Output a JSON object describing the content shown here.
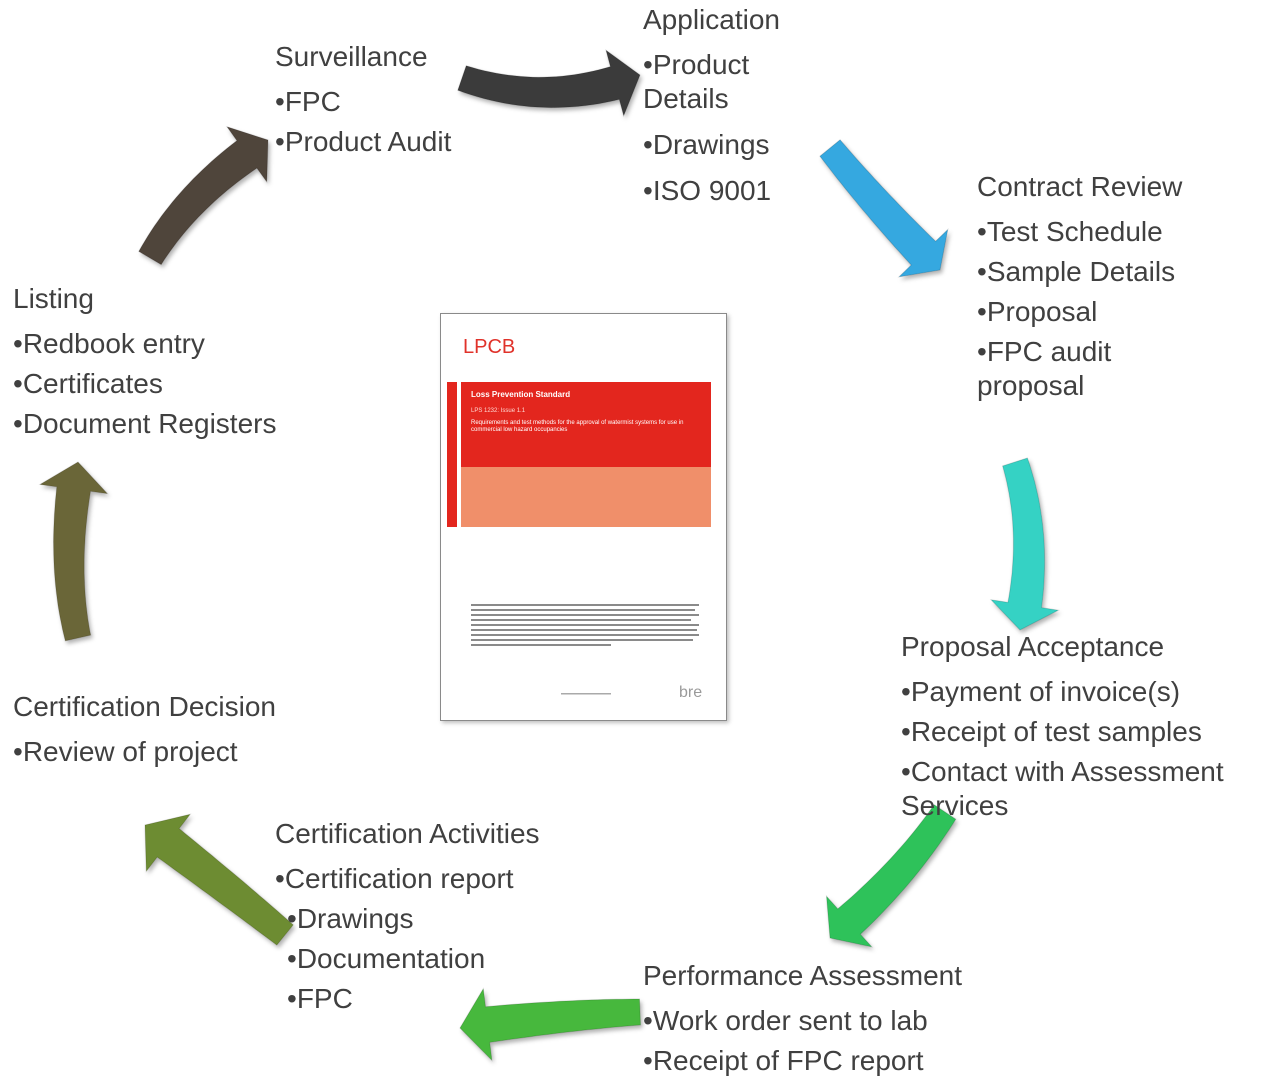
{
  "diagram": {
    "stages": [
      {
        "id": "application",
        "title": "Application",
        "items": [
          "Product Details",
          "Drawings",
          "ISO 9001"
        ]
      },
      {
        "id": "contract-review",
        "title": "Contract Review",
        "items": [
          "Test Schedule",
          "Sample Details",
          "Proposal",
          "FPC audit proposal"
        ]
      },
      {
        "id": "proposal-acceptance",
        "title": "Proposal Acceptance",
        "items": [
          "Payment of invoice(s)",
          "Receipt of test samples",
          "Contact with Assessment Services"
        ]
      },
      {
        "id": "performance-assessment",
        "title": "Performance Assessment",
        "items": [
          "Work order sent to lab",
          "Receipt of FPC report"
        ]
      },
      {
        "id": "certification-activities",
        "title": "Certification Activities",
        "items": [
          "Certification report",
          "Drawings",
          "Documentation",
          "FPC"
        ]
      },
      {
        "id": "certification-decision",
        "title": "Certification Decision",
        "items": [
          "Review of project"
        ]
      },
      {
        "id": "listing",
        "title": "Listing",
        "items": [
          "Redbook entry",
          "Certificates",
          "Document Registers"
        ]
      },
      {
        "id": "surveillance",
        "title": "Surveillance",
        "items": [
          "FPC",
          "Product Audit"
        ]
      }
    ],
    "arrow_colors": {
      "surveillance_to_application": "#3a3a3a",
      "application_to_contract": "#35a8e0",
      "contract_to_proposal": "#35d2c4",
      "proposal_to_performance": "#2fc25a",
      "performance_to_certification": "#46b83c",
      "certification_to_decision": "#6d8c30",
      "decision_to_listing": "#6b6638",
      "listing_to_surveillance": "#4f443a"
    },
    "document": {
      "logo": "LPCB",
      "heading": "Loss Prevention Standard",
      "subheading": "LPS 1232: Issue 1.1",
      "description": "Requirements and test methods for the approval of watermist systems for use in commercial low hazard occupancies",
      "brand": "bre"
    }
  }
}
